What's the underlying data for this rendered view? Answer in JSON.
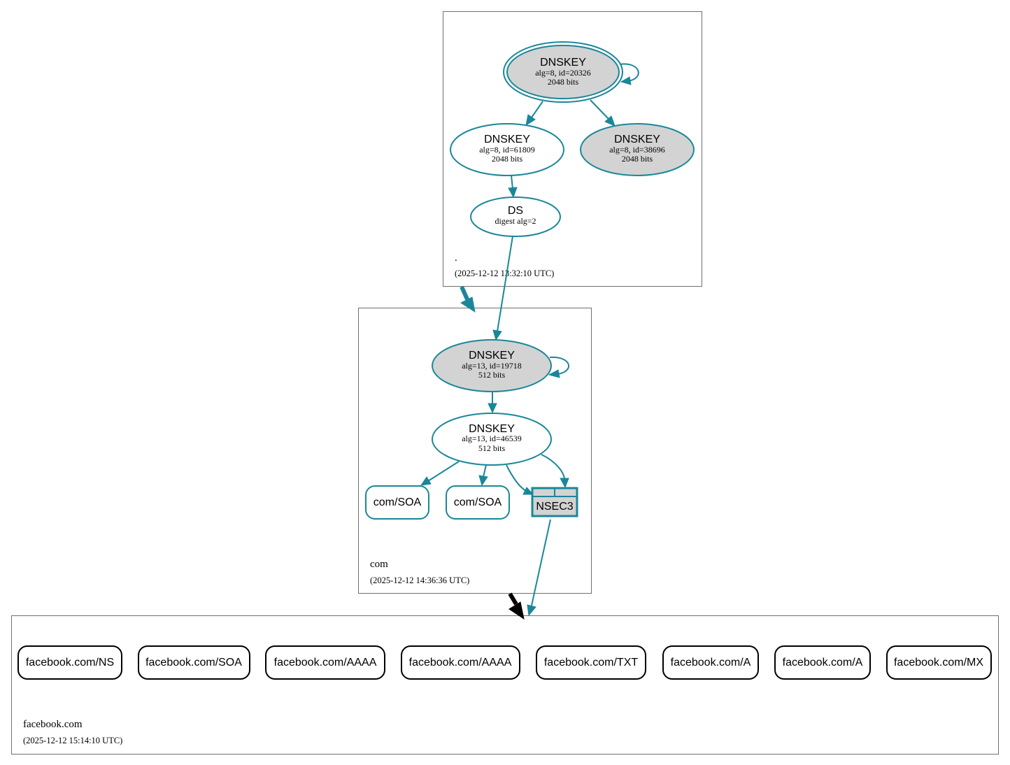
{
  "zones": {
    "root": {
      "name": ".",
      "timestamp": "(2025-12-12 13:32:10 UTC)"
    },
    "com": {
      "name": "com",
      "timestamp": "(2025-12-12 14:36:36 UTC)"
    },
    "facebook": {
      "name": "facebook.com",
      "timestamp": "(2025-12-12 15:14:10 UTC)"
    }
  },
  "nodes": {
    "root_ksk": {
      "title": "DNSKEY",
      "line1": "alg=8, id=20326",
      "line2": "2048 bits"
    },
    "root_zsk1": {
      "title": "DNSKEY",
      "line1": "alg=8, id=61809",
      "line2": "2048 bits"
    },
    "root_zsk2": {
      "title": "DNSKEY",
      "line1": "alg=8, id=38696",
      "line2": "2048 bits"
    },
    "root_ds": {
      "title": "DS",
      "line1": "digest alg=2"
    },
    "com_ksk": {
      "title": "DNSKEY",
      "line1": "alg=13, id=19718",
      "line2": "512 bits"
    },
    "com_zsk": {
      "title": "DNSKEY",
      "line1": "alg=13, id=46539",
      "line2": "512 bits"
    },
    "com_soa1": {
      "label": "com/SOA"
    },
    "com_soa2": {
      "label": "com/SOA"
    },
    "nsec3": {
      "label": "NSEC3"
    }
  },
  "facebook_records": [
    "facebook.com/NS",
    "facebook.com/SOA",
    "facebook.com/AAAA",
    "facebook.com/AAAA",
    "facebook.com/TXT",
    "facebook.com/A",
    "facebook.com/A",
    "facebook.com/MX"
  ],
  "colors": {
    "edge": "#1a8799",
    "secure_key_fill": "#d3d3d3",
    "delegation_insecure": "#000000"
  }
}
